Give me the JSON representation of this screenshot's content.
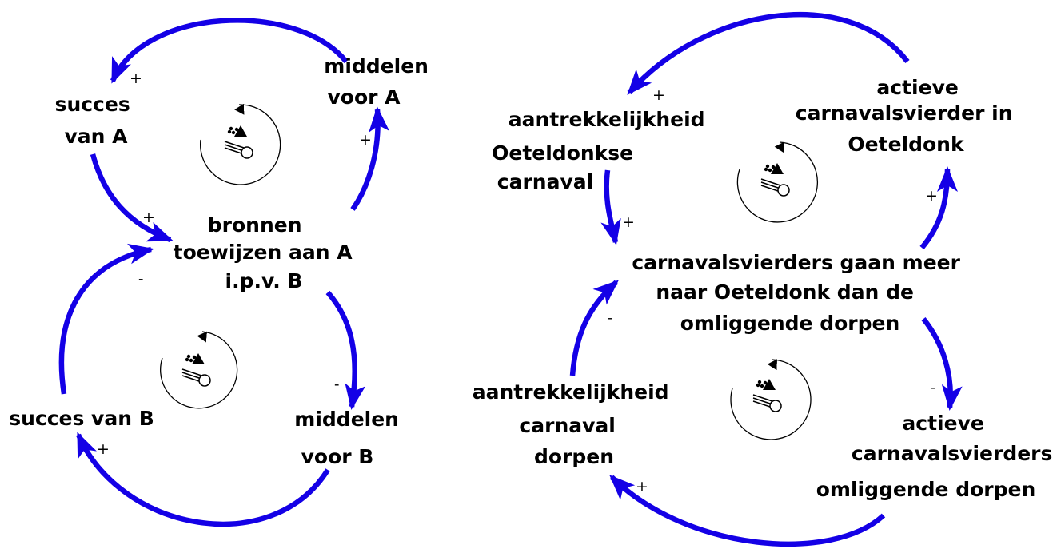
{
  "colors": {
    "link": "#1400e6",
    "ink": "#000000",
    "background": "#ffffff"
  },
  "left_diagram": {
    "nodes": {
      "succes_a": [
        "succes",
        "van A"
      ],
      "middelen_a": [
        "middelen",
        "voor A"
      ],
      "bronnen": [
        "bronnen",
        "toewijzen aan A",
        "i.p.v. B"
      ],
      "succes_b": [
        "succes van B"
      ],
      "middelen_b": [
        "middelen",
        "voor B"
      ]
    },
    "links": [
      {
        "from": "middelen_a",
        "to": "succes_a",
        "polarity": "+"
      },
      {
        "from": "succes_a",
        "to": "bronnen",
        "polarity": "+"
      },
      {
        "from": "bronnen",
        "to": "middelen_a",
        "polarity": "+"
      },
      {
        "from": "succes_b",
        "to": "bronnen",
        "polarity": "-"
      },
      {
        "from": "bronnen",
        "to": "middelen_b",
        "polarity": "-"
      },
      {
        "from": "middelen_b",
        "to": "succes_b",
        "polarity": "+"
      }
    ],
    "loop_icons": [
      "reinforcing-loop-icon",
      "reinforcing-loop-icon"
    ]
  },
  "right_diagram": {
    "nodes": {
      "aantrekkelijkheid_o": [
        "aantrekkelijkheid",
        "Oeteldonkse",
        "carnaval"
      ],
      "actieve_o": [
        "actieve",
        "carnavalsvierder in",
        "Oeteldonk"
      ],
      "centraal": [
        "carnavalsvierders gaan meer",
        "naar Oeteldonk dan de",
        "omliggende dorpen"
      ],
      "aantrekkelijkheid_d": [
        "aantrekkelijkheid",
        "carnaval",
        "dorpen"
      ],
      "actieve_d": [
        "actieve",
        "carnavalsvierders",
        "omliggende dorpen"
      ]
    },
    "links": [
      {
        "from": "actieve_o",
        "to": "aantrekkelijkheid_o",
        "polarity": "+"
      },
      {
        "from": "aantrekkelijkheid_o",
        "to": "centraal",
        "polarity": "+"
      },
      {
        "from": "centraal",
        "to": "actieve_o",
        "polarity": "+"
      },
      {
        "from": "aantrekkelijkheid_d",
        "to": "centraal",
        "polarity": "-"
      },
      {
        "from": "centraal",
        "to": "actieve_d",
        "polarity": "-"
      },
      {
        "from": "actieve_d",
        "to": "aantrekkelijkheid_d",
        "polarity": "+"
      }
    ],
    "loop_icons": [
      "reinforcing-loop-icon",
      "reinforcing-loop-icon"
    ]
  }
}
